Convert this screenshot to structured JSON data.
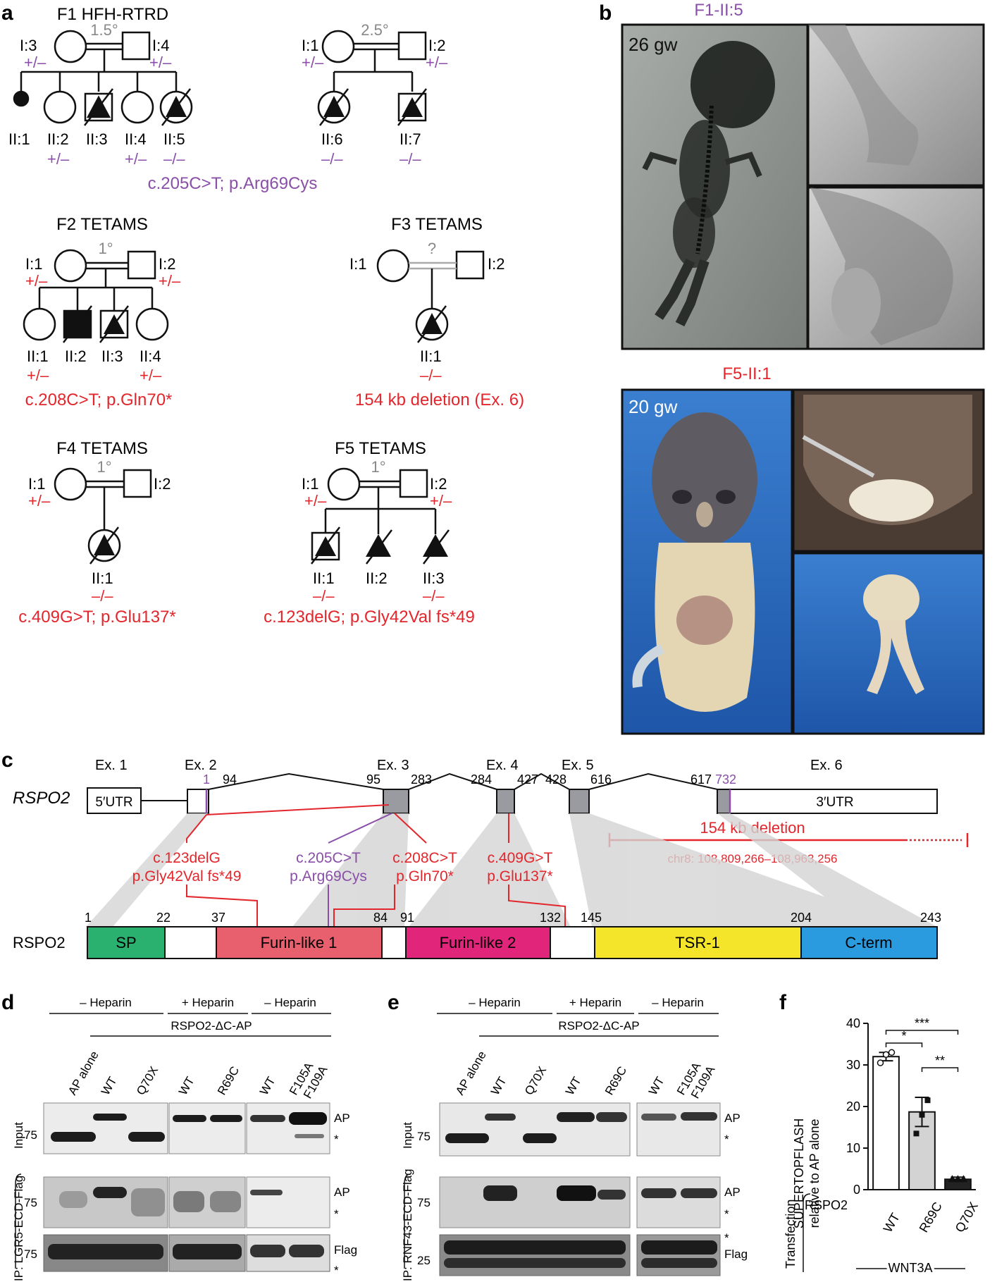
{
  "colors": {
    "purple": "#8a4fa8",
    "red": "#e3262c",
    "grey_line": "#999999",
    "sp": "#2bb16f",
    "furin1": "#e85f6e",
    "furin2": "#e0257a",
    "tsr": "#f5e52a",
    "cterm": "#2b9be0",
    "exon_grey": "#9a9ba0"
  },
  "panels": {
    "a": "a",
    "b": "b",
    "c": "c",
    "d": "d",
    "e": "e",
    "f": "f"
  },
  "f1": {
    "title": "F1 HFH-RTRD",
    "left": {
      "deg": "1.5°",
      "p1": "I:3",
      "p2": "I:4",
      "g1": "+/–",
      "g2": "+/–",
      "kids": [
        {
          "id": "II:1",
          "g": ""
        },
        {
          "id": "II:2",
          "g": "+/–"
        },
        {
          "id": "II:3",
          "g": ""
        },
        {
          "id": "II:4",
          "g": "+/–"
        },
        {
          "id": "II:5",
          "g": "–/–"
        }
      ]
    },
    "right": {
      "deg": "2.5°",
      "p1": "I:1",
      "p2": "I:2",
      "g1": "+/–",
      "g2": "+/–",
      "kids": [
        {
          "id": "II:6",
          "g": "–/–"
        },
        {
          "id": "II:7",
          "g": "–/–"
        }
      ]
    },
    "mutation": "c.205C>T; p.Arg69Cys"
  },
  "f2": {
    "title": "F2 TETAMS",
    "deg": "1°",
    "p1": "I:1",
    "p2": "I:2",
    "g1": "+/–",
    "g2": "+/–",
    "kids": [
      {
        "id": "II:1",
        "g": "+/–"
      },
      {
        "id": "II:2",
        "g": ""
      },
      {
        "id": "II:3",
        "g": ""
      },
      {
        "id": "II:4",
        "g": "+/–"
      }
    ],
    "mutation": "c.208C>T; p.Gln70*"
  },
  "f3": {
    "title": "F3 TETAMS",
    "deg": "?",
    "p1": "I:1",
    "p2": "I:2",
    "kid": {
      "id": "II:1",
      "g": "–/–"
    },
    "mutation": "154 kb deletion (Ex. 6)"
  },
  "f4": {
    "title": "F4 TETAMS",
    "deg": "1°",
    "p1": "I:1",
    "p2": "I:2",
    "g1": "+/–",
    "kid": {
      "id": "II:1",
      "g": "–/–"
    },
    "mutation": "c.409G>T; p.Glu137*"
  },
  "f5": {
    "title": "F5 TETAMS",
    "deg": "1°",
    "p1": "I:1",
    "p2": "I:2",
    "g1": "+/–",
    "g2": "+/–",
    "kids": [
      {
        "id": "II:1",
        "g": "–/–"
      },
      {
        "id": "II:2",
        "g": ""
      },
      {
        "id": "II:3",
        "g": "–/–"
      }
    ],
    "mutation": "c.123delG; p.Gly42Val fs*49"
  },
  "b": {
    "top_title": "F1-II:5",
    "top_age": "26 gw",
    "bottom_title": "F5-II:1",
    "bottom_age": "20 gw"
  },
  "c": {
    "gene": "RSPO2",
    "exons": [
      "Ex. 1",
      "Ex. 2",
      "Ex. 3",
      "Ex. 4",
      "Ex. 5",
      "Ex. 6"
    ],
    "utr5": "5′UTR",
    "utr3": "3′UTR",
    "positions": {
      "p1": "1",
      "p94": "94",
      "p95": "95",
      "p283": "283",
      "p284": "284",
      "p427": "427",
      "p428": "428",
      "p616": "616",
      "p617": "617",
      "p732": "732"
    },
    "deletion": "154 kb deletion",
    "chr": "chr8: 108,809,266–108,963,256",
    "muts": [
      {
        "l1": "c.123delG",
        "l2": "p.Gly42Val fs*49"
      },
      {
        "l1": "c.205C>T",
        "l2": "p.Arg69Cys"
      },
      {
        "l1": "c.208C>T",
        "l2": "p.Gln70*"
      },
      {
        "l1": "c.409G>T",
        "l2": "p.Glu137*"
      }
    ],
    "protein": "RSPO2",
    "domains": [
      "SP",
      "Furin-like 1",
      "Furin-like 2",
      "TSR-1",
      "C-term"
    ],
    "aa": {
      "a1": "1",
      "a22": "22",
      "a37": "37",
      "a84": "84",
      "a91": "91",
      "a132": "132",
      "a145": "145",
      "a204": "204",
      "a243": "243"
    }
  },
  "d": {
    "minus_hep": "– Heparin",
    "plus_hep": "+ Heparin",
    "construct": "RSPO2-ΔC-AP",
    "lanes": [
      "AP alone",
      "WT",
      "Q70X",
      "WT",
      "R69C",
      "WT",
      "F105A",
      "F109A"
    ],
    "input": "Input",
    "ip": "IP: LGR5-ECD-Flag",
    "mw75": "75",
    "ap": "AP",
    "flag": "Flag",
    "star": "*"
  },
  "e": {
    "minus_hep": "– Heparin",
    "plus_hep": "+ Heparin",
    "construct": "RSPO2-ΔC-AP",
    "lanes": [
      "AP alone",
      "WT",
      "Q70X",
      "WT",
      "R69C",
      "WT",
      "F105A",
      "F109A"
    ],
    "input": "Input",
    "ip": "IP: RNF43-ECD-Flag",
    "mw75": "75",
    "mw25": "25",
    "ap": "AP",
    "flag": "Flag",
    "star": "*"
  },
  "f": {
    "ylabel1": "SUPERTOPFLASH",
    "ylabel2": "relative to AP alone",
    "transfection": "Transfection",
    "rspo2": "RSPO2",
    "wnt3a": "WNT3A",
    "sig": [
      "*",
      "***",
      "**"
    ]
  },
  "chart_data": {
    "type": "bar",
    "categories": [
      "WT",
      "R69C",
      "Q70X"
    ],
    "values": [
      32,
      18.7,
      2.5
    ],
    "errors": [
      1,
      3.5,
      0.5
    ],
    "points": [
      [
        30.5,
        32.5,
        33
      ],
      [
        13.5,
        18,
        21.5
      ],
      [
        2.5,
        2.5,
        2.5
      ]
    ],
    "ylabel": "SUPERTOPFLASH relative to AP alone",
    "ylim": [
      0,
      40
    ],
    "yticks": [
      0,
      10,
      20,
      30,
      40
    ],
    "bar_colors": [
      "#ffffff",
      "#d3d3d3",
      "#222222"
    ]
  }
}
